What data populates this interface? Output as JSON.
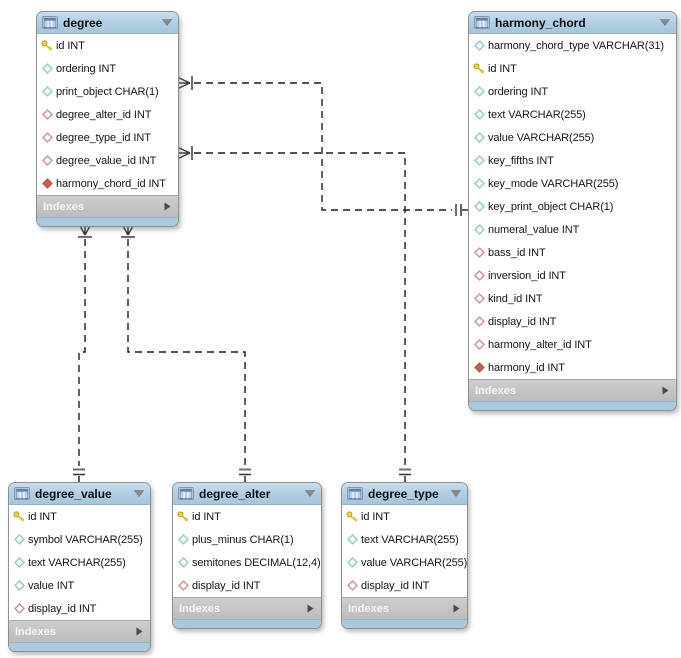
{
  "diagram": {
    "tables": [
      {
        "name": "degree",
        "title": "degree",
        "footer_label": "Indexes",
        "columns": [
          {
            "icon": "key",
            "label": "id INT"
          },
          {
            "icon": "col",
            "label": "ordering INT"
          },
          {
            "icon": "col",
            "label": "print_object CHAR(1)"
          },
          {
            "icon": "fk",
            "label": "degree_alter_id INT"
          },
          {
            "icon": "fk",
            "label": "degree_type_id INT"
          },
          {
            "icon": "fk",
            "label": "degree_value_id INT"
          },
          {
            "icon": "fkf",
            "label": "harmony_chord_id INT"
          }
        ]
      },
      {
        "name": "harmony_chord",
        "title": "harmony_chord",
        "footer_label": "Indexes",
        "columns": [
          {
            "icon": "col",
            "label": "harmony_chord_type VARCHAR(31)"
          },
          {
            "icon": "key",
            "label": "id INT"
          },
          {
            "icon": "col",
            "label": "ordering INT"
          },
          {
            "icon": "col",
            "label": "text VARCHAR(255)"
          },
          {
            "icon": "col",
            "label": "value VARCHAR(255)"
          },
          {
            "icon": "col",
            "label": "key_fifths INT"
          },
          {
            "icon": "col",
            "label": "key_mode VARCHAR(255)"
          },
          {
            "icon": "col",
            "label": "key_print_object CHAR(1)"
          },
          {
            "icon": "col",
            "label": "numeral_value INT"
          },
          {
            "icon": "fk",
            "label": "bass_id INT"
          },
          {
            "icon": "fk",
            "label": "inversion_id INT"
          },
          {
            "icon": "fk",
            "label": "kind_id INT"
          },
          {
            "icon": "fk",
            "label": "display_id INT"
          },
          {
            "icon": "fk",
            "label": "harmony_alter_id INT"
          },
          {
            "icon": "fkf",
            "label": "harmony_id INT"
          }
        ]
      },
      {
        "name": "degree_value",
        "title": "degree_value",
        "footer_label": "Indexes",
        "columns": [
          {
            "icon": "key",
            "label": "id INT"
          },
          {
            "icon": "col",
            "label": "symbol VARCHAR(255)"
          },
          {
            "icon": "col",
            "label": "text VARCHAR(255)"
          },
          {
            "icon": "col",
            "label": "value INT"
          },
          {
            "icon": "fk",
            "label": "display_id INT"
          }
        ]
      },
      {
        "name": "degree_alter",
        "title": "degree_alter",
        "footer_label": "Indexes",
        "columns": [
          {
            "icon": "key",
            "label": "id INT"
          },
          {
            "icon": "col",
            "label": "plus_minus CHAR(1)"
          },
          {
            "icon": "col",
            "label": "semitones DECIMAL(12,4)"
          },
          {
            "icon": "fk",
            "label": "display_id INT"
          }
        ]
      },
      {
        "name": "degree_type",
        "title": "degree_type",
        "footer_label": "Indexes",
        "columns": [
          {
            "icon": "key",
            "label": "id INT"
          },
          {
            "icon": "col",
            "label": "text VARCHAR(255)"
          },
          {
            "icon": "col",
            "label": "value VARCHAR(255)"
          },
          {
            "icon": "fk",
            "label": "display_id INT"
          }
        ]
      }
    ],
    "relationships": [
      {
        "from": "degree",
        "to": "harmony_chord",
        "cardinality": "many-to-one"
      },
      {
        "from": "degree",
        "to": "degree_type",
        "cardinality": "many-to-one"
      },
      {
        "from": "degree",
        "to": "degree_value",
        "cardinality": "many-to-one"
      },
      {
        "from": "degree",
        "to": "degree_alter",
        "cardinality": "many-to-one"
      }
    ]
  },
  "colors": {
    "header_blue": "#aecde3",
    "strip_blue": "#a9c9df",
    "footer_gray": "#c2c2c2",
    "key_yellow": "#f2d43f",
    "column_teal": "#8cc6c3",
    "fk_red_outline": "#c78b8b",
    "fk_red_filled": "#c96055",
    "line_black": "#1c1c1c"
  },
  "icon_names": {
    "key": "primary-key-icon",
    "col": "column-diamond-icon",
    "fk": "foreign-key-diamond-icon",
    "fkf": "foreign-key-notnull-diamond-icon"
  }
}
